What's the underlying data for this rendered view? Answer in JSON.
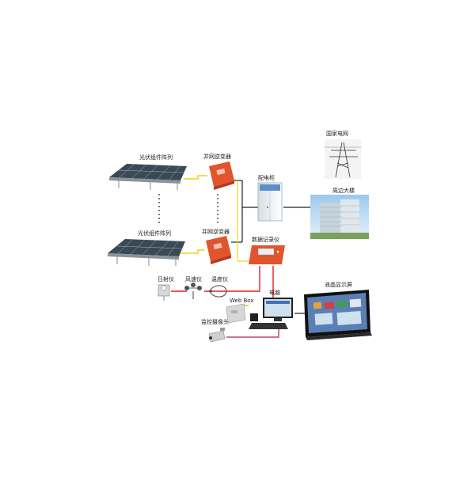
{
  "labels": {
    "pv_array_top": "光伏组件阵列",
    "pv_array_bottom": "光伏组件阵列",
    "inverter_top": "并网逆变器",
    "inverter_bottom": "并网逆变器",
    "distribution_cabinet": "配电柜",
    "state_grid": "国家电网",
    "building": "周边大楼",
    "data_logger": "数据记录仪",
    "irradiance_meter": "日射仪",
    "wind_meter": "风速仪",
    "temperature_meter": "温度仪",
    "computer": "电脑",
    "web_box": "Web Box",
    "camera": "监控摄像头",
    "lcd_screen": "液晶显示屏"
  },
  "colors": {
    "dc_line": "#f2d21b",
    "ac_line": "#222222",
    "data_line": "#e02020",
    "video_line": "#c0407a",
    "inverter_body": "#e0542e",
    "panel": "#3a4a55"
  },
  "icons": [
    "solar-panel-icon",
    "inverter-icon",
    "cabinet-icon",
    "pylon-icon",
    "building-icon",
    "logger-icon",
    "sensor-icon",
    "anemometer-icon",
    "temp-probe-icon",
    "webbox-icon",
    "computer-icon",
    "camera-icon",
    "lcd-icon"
  ]
}
